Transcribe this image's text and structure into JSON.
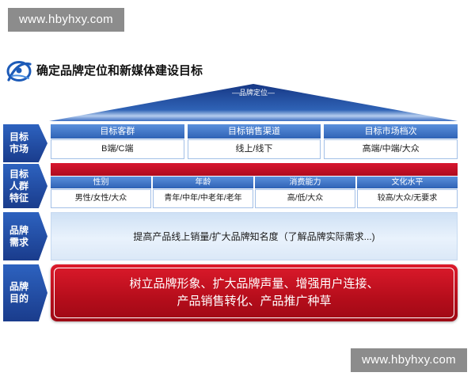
{
  "watermarks": {
    "top": "www.hbyhxy.com",
    "bottom": "www.hbyhxy.com"
  },
  "header": {
    "logo_icon": "brand-swirl-logo",
    "title": "确定品牌定位和新媒体建设目标"
  },
  "roof": {
    "label": "—品牌定位—"
  },
  "sections": {
    "target_market": {
      "label_lines": [
        "目标",
        "市场"
      ],
      "columns": [
        {
          "header": "目标客群",
          "value": "B端/C端"
        },
        {
          "header": "目标销售渠道",
          "value": "线上/线下"
        },
        {
          "header": "目标市场档次",
          "value": "高端/中端/大众"
        }
      ]
    },
    "target_audience": {
      "label_lines": [
        "目标",
        "人群",
        "特征"
      ],
      "columns": [
        {
          "header": "性别",
          "value": "男性/女性/大众"
        },
        {
          "header": "年龄",
          "value": "青年/中年/中老年/老年"
        },
        {
          "header": "消费能力",
          "value": "高/低/大众"
        },
        {
          "header": "文化水平",
          "value": "较高/大众/无要求"
        }
      ]
    },
    "brand_need": {
      "label_lines": [
        "品牌",
        "需求"
      ],
      "text": "提高产品线上销量/扩大品牌知名度（了解品牌实际需求...)"
    },
    "brand_purpose": {
      "label_lines": [
        "品牌",
        "目的"
      ],
      "lines": [
        "树立品牌形象、扩大品牌声量、增强用户连接、",
        "产品销售转化、产品推广种草"
      ]
    }
  },
  "colors": {
    "primary_blue": "#2f63b6",
    "dark_blue": "#1a3c8c",
    "accent_red": "#c8102e",
    "light_blue": "#dbe8f7",
    "watermark_gray": "#8c8c8c"
  }
}
